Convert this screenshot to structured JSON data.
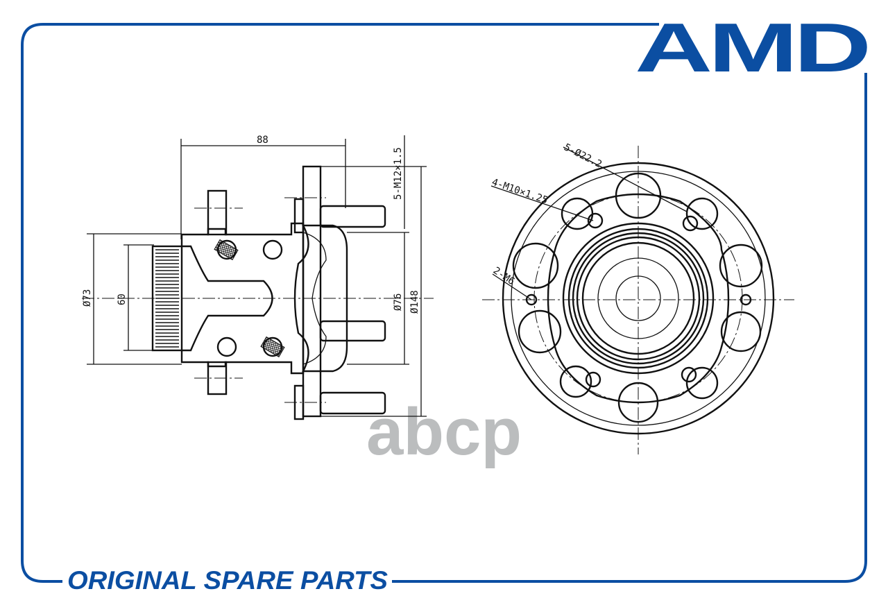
{
  "brand": {
    "logo_text": "AMD",
    "slogan": "ORIGINAL SPARE PARTS",
    "color": "#0b4ea2"
  },
  "watermark": "abcp",
  "side_view": {
    "width_dim": "88",
    "stud_thread": "5-M12×1.5",
    "abs_ring_dia": "Ø73",
    "inner_dia": "60",
    "pilot_dia": "Ø76",
    "flange_dia": "Ø148"
  },
  "front_view": {
    "holes": "5-Ø22.2",
    "threaded_holes": "4-M10×1.25",
    "small_holes": "2-M6"
  }
}
